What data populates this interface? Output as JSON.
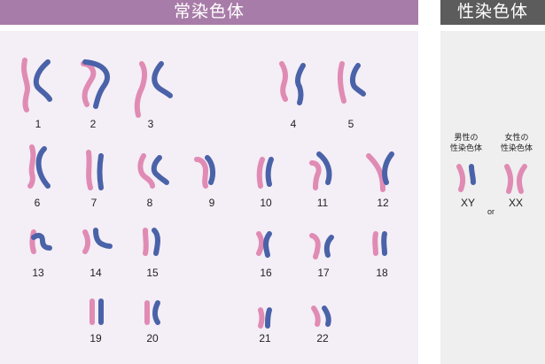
{
  "autosomes": {
    "title": "常染色体",
    "pairs": [
      "1",
      "2",
      "3",
      "4",
      "5",
      "6",
      "7",
      "8",
      "9",
      "10",
      "11",
      "12",
      "13",
      "14",
      "15",
      "16",
      "17",
      "18",
      "19",
      "20",
      "21",
      "22"
    ]
  },
  "sex_chromosomes": {
    "title": "性染色体",
    "male": {
      "line1": "男性の",
      "line2": "性染色体",
      "label": "XY"
    },
    "female": {
      "line1": "女性の",
      "line2": "性染色体",
      "label": "XX"
    },
    "or_text": "or"
  },
  "colors": {
    "maternal": "#e08bb4",
    "paternal": "#4a62a8",
    "autosome_header": "#a87ca8",
    "sex_header": "#5c5c5c"
  }
}
